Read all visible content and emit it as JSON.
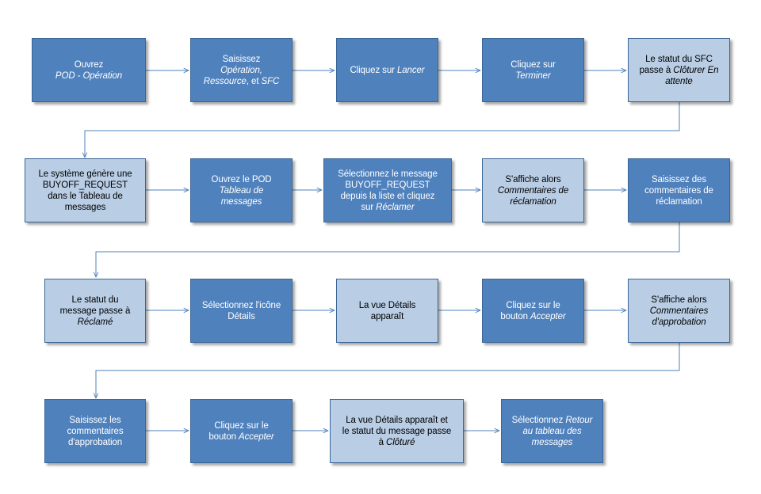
{
  "colors": {
    "dark": "#4f81bd",
    "light": "#b9cde5",
    "border": "#3a6596",
    "connector": "#4f81bd"
  },
  "steps": [
    {
      "id": "s1",
      "style": "dark",
      "segments": [
        [
          "Ouvrez",
          false
        ],
        [
          "\n",
          false
        ],
        [
          "POD - Opération",
          true
        ]
      ]
    },
    {
      "id": "s2",
      "style": "dark",
      "segments": [
        [
          "Saisissez",
          false
        ],
        [
          "\n",
          false
        ],
        [
          "Opération,",
          true
        ],
        [
          "\n",
          false
        ],
        [
          "Ressource",
          true
        ],
        [
          ", et ",
          false
        ],
        [
          "SFC",
          true
        ]
      ]
    },
    {
      "id": "s3",
      "style": "dark",
      "segments": [
        [
          "Cliquez sur ",
          false
        ],
        [
          "Lancer",
          true
        ]
      ]
    },
    {
      "id": "s4",
      "style": "dark",
      "segments": [
        [
          "Cliquez sur",
          false
        ],
        [
          "\n",
          false
        ],
        [
          "Terminer",
          true
        ]
      ]
    },
    {
      "id": "s5",
      "style": "light",
      "segments": [
        [
          "Le statut du SFC",
          false
        ],
        [
          "\n",
          false
        ],
        [
          "passe à ",
          false
        ],
        [
          "Clôturer En",
          true
        ],
        [
          "\n",
          false
        ],
        [
          "attente",
          true
        ]
      ]
    },
    {
      "id": "s6",
      "style": "light",
      "segments": [
        [
          "Le système génère une",
          false
        ],
        [
          "\n",
          false
        ],
        [
          "BUYOFF_REQUEST",
          false
        ],
        [
          "\n",
          false
        ],
        [
          "dans le Tableau de",
          false
        ],
        [
          "\n",
          false
        ],
        [
          "messages",
          false
        ]
      ]
    },
    {
      "id": "s7",
      "style": "dark",
      "segments": [
        [
          "Ouvrez  le POD",
          false
        ],
        [
          "\n",
          false
        ],
        [
          "Tableau de",
          true
        ],
        [
          "\n",
          false
        ],
        [
          "messages",
          true
        ]
      ]
    },
    {
      "id": "s8",
      "style": "dark",
      "segments": [
        [
          "Sélectionnez le message",
          false
        ],
        [
          "\n",
          false
        ],
        [
          "BUYOFF_REQUEST",
          false
        ],
        [
          "\n",
          false
        ],
        [
          "depuis la liste et cliquez",
          false
        ],
        [
          "\n",
          false
        ],
        [
          "sur ",
          false
        ],
        [
          "Réclamer",
          true
        ]
      ]
    },
    {
      "id": "s9",
      "style": "light",
      "segments": [
        [
          "S'affiche alors",
          false
        ],
        [
          "\n",
          false
        ],
        [
          "Commentaires de",
          true
        ],
        [
          "\n",
          false
        ],
        [
          "réclamation",
          true
        ]
      ]
    },
    {
      "id": "s10",
      "style": "dark",
      "segments": [
        [
          "Saisissez des",
          false
        ],
        [
          "\n",
          false
        ],
        [
          "commentaires de",
          false
        ],
        [
          "\n",
          false
        ],
        [
          "réclamation",
          false
        ]
      ]
    },
    {
      "id": "s11",
      "style": "light",
      "segments": [
        [
          "Le statut du",
          false
        ],
        [
          "\n",
          false
        ],
        [
          "message passe à",
          false
        ],
        [
          "\n",
          false
        ],
        [
          "Réclamé",
          true
        ]
      ]
    },
    {
      "id": "s12",
      "style": "dark",
      "segments": [
        [
          "Sélectionnez l'icône",
          false
        ],
        [
          "\n",
          false
        ],
        [
          "Détails",
          false
        ]
      ]
    },
    {
      "id": "s13",
      "style": "light",
      "segments": [
        [
          "La vue Détails",
          false
        ],
        [
          "\n",
          false
        ],
        [
          "apparaît",
          false
        ]
      ]
    },
    {
      "id": "s14",
      "style": "dark",
      "segments": [
        [
          "Cliquez sur le",
          false
        ],
        [
          "\n",
          false
        ],
        [
          "bouton ",
          false
        ],
        [
          "Accepter",
          true
        ]
      ]
    },
    {
      "id": "s15",
      "style": "light",
      "segments": [
        [
          "S'affiche alors",
          false
        ],
        [
          "\n",
          false
        ],
        [
          "Commentaires",
          true
        ],
        [
          "\n",
          false
        ],
        [
          "d'approbation",
          true
        ]
      ]
    },
    {
      "id": "s16",
      "style": "dark",
      "segments": [
        [
          "Saisissez les",
          false
        ],
        [
          "\n",
          false
        ],
        [
          "commentaires",
          false
        ],
        [
          "\n",
          false
        ],
        [
          "d'approbation",
          false
        ]
      ]
    },
    {
      "id": "s17",
      "style": "dark",
      "segments": [
        [
          "Cliquez sur le",
          false
        ],
        [
          "\n",
          false
        ],
        [
          "bouton ",
          false
        ],
        [
          "Accepter",
          true
        ]
      ]
    },
    {
      "id": "s18",
      "style": "light",
      "segments": [
        [
          "La vue Détails apparaît et",
          false
        ],
        [
          "\n",
          false
        ],
        [
          "le statut du message passe",
          false
        ],
        [
          "\n",
          false
        ],
        [
          "à ",
          false
        ],
        [
          "Clôturé",
          true
        ]
      ]
    },
    {
      "id": "s19",
      "style": "dark",
      "segments": [
        [
          "Sélectionnez ",
          false
        ],
        [
          "Retour",
          true
        ],
        [
          "\n",
          false
        ],
        [
          "au tableau des",
          true
        ],
        [
          "\n",
          false
        ],
        [
          "messages",
          true
        ]
      ]
    }
  ]
}
